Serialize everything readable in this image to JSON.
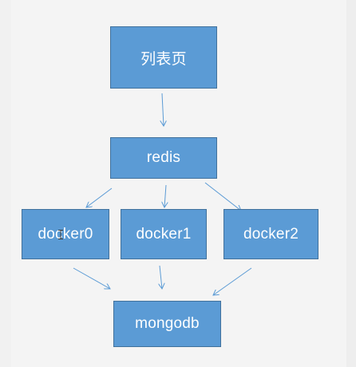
{
  "diagram": {
    "nodes": {
      "list_page": {
        "label": "列表页"
      },
      "redis": {
        "label": "redis"
      },
      "docker0": {
        "label": "docker0"
      },
      "docker1": {
        "label": "docker1"
      },
      "docker2": {
        "label": "docker2"
      },
      "mongodb": {
        "label": "mongodb"
      }
    },
    "edges": [
      {
        "from": "list_page",
        "to": "redis"
      },
      {
        "from": "redis",
        "to": "docker0"
      },
      {
        "from": "redis",
        "to": "docker1"
      },
      {
        "from": "redis",
        "to": "docker2"
      },
      {
        "from": "docker0",
        "to": "mongodb"
      },
      {
        "from": "docker1",
        "to": "mongodb"
      },
      {
        "from": "docker2",
        "to": "mongodb"
      }
    ]
  },
  "colors": {
    "node_fill": "#5b9bd5",
    "node_border": "#41719c",
    "connector": "#5b9bd5",
    "background": "#f4f4f4"
  }
}
